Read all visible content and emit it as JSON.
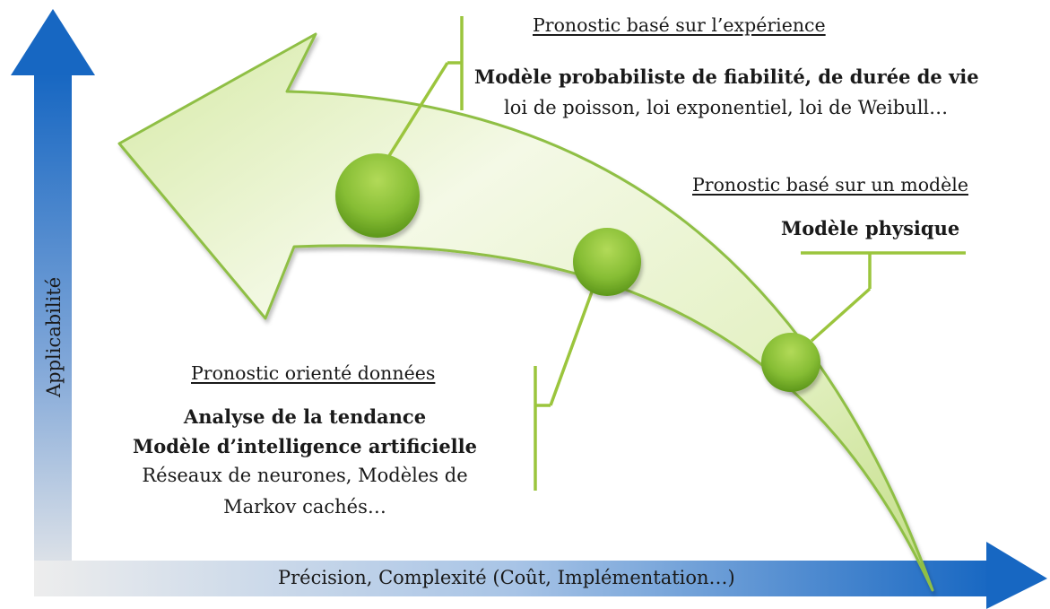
{
  "axes": {
    "y_label": "Applicabilité",
    "x_label": "Précision, Complexité (Coût, Implémentation…)"
  },
  "groups": {
    "experience": {
      "heading": "Pronostic basé sur l’expérience",
      "title": "Modèle probabiliste de fiabilité, de durée de vie",
      "detail": "loi de poisson, loi exponentiel, loi de Weibull…"
    },
    "model": {
      "heading": "Pronostic basé sur un modèle",
      "title": "Modèle physique"
    },
    "data": {
      "heading": "Pronostic orienté données",
      "title_1": "Analyse de la tendance",
      "title_2": "Modèle d’intelligence artificielle",
      "detail_1": "Réseaux de neurones, Modèles de",
      "detail_2": "Markov cachés…"
    }
  },
  "colors": {
    "axis_blue": "#1f6fc4",
    "axis_light": "#e6e6e6",
    "arrow_fill_light": "#f4f9e6",
    "arrow_fill_dark": "#c5df8a",
    "arrow_stroke": "#8fbf45",
    "bracket": "#9bc53d",
    "dot_light": "#a6d24a",
    "dot_dark": "#5e9a1c"
  }
}
